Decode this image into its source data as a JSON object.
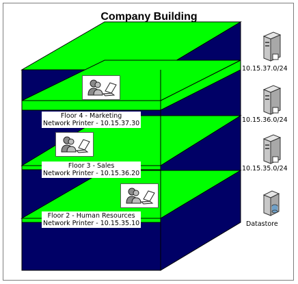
{
  "title": "Company Building",
  "floors": [
    {
      "name": "Floor 4 - Marketing",
      "printer": "Network Printer - 10.15.37.30"
    },
    {
      "name": "Floor 3 - Sales",
      "printer": "Network Printer - 10.15.36.20"
    },
    {
      "name": "Floor 2 - Human Resources",
      "printer": "Network Printer - 10.15.35.10"
    }
  ],
  "subnets": [
    "10.15.37.0/24",
    "10.15.36.0/24",
    "10.15.35.0/24"
  ],
  "datastore": "Datastore",
  "colors": {
    "floor": "#00ff00",
    "wall": "#000066",
    "outline": "#000000",
    "link": "#4d4d4d"
  },
  "icons": {
    "users": "users-laptop-icon",
    "server": "server-tower-icon",
    "datastore": "datastore-icon"
  }
}
